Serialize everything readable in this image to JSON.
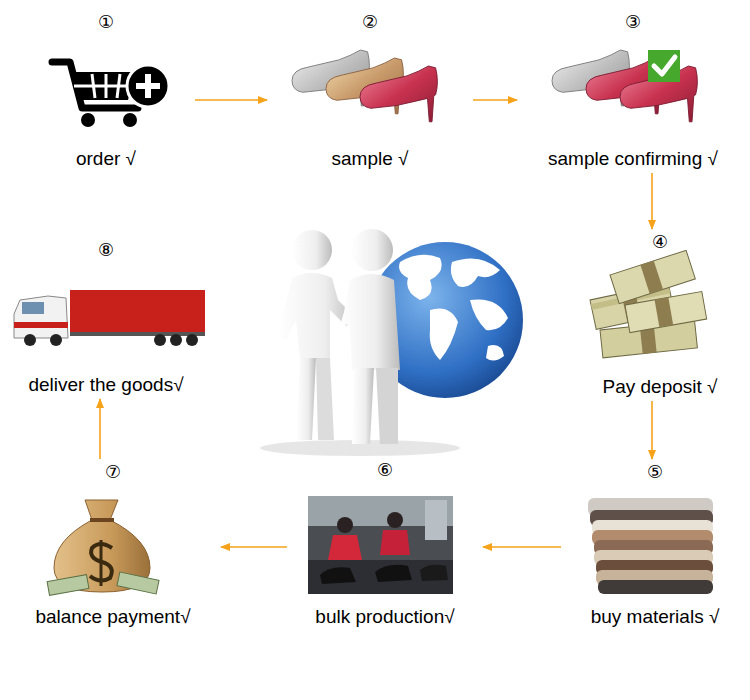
{
  "diagram": {
    "nodes": [
      {
        "text": [
          "①",
          "order √"
        ]
      },
      {
        "text": [
          "②",
          "sample √"
        ]
      },
      {
        "text": [
          "③",
          "sample confirming √"
        ]
      },
      {
        "text": [
          "④",
          "Pay deposit √"
        ]
      },
      {
        "text": [
          "⑤",
          "buy materials √"
        ]
      },
      {
        "text": [
          "⑥",
          "bulk production√"
        ]
      },
      {
        "text": [
          "⑦",
          "balance payment√"
        ]
      },
      {
        "text": [
          "⑧",
          "deliver the goods√"
        ]
      }
    ],
    "edges": [
      {
        "from": 0,
        "to": 1,
        "arrow": "to"
      },
      {
        "from": 1,
        "to": 2,
        "arrow": "to"
      },
      {
        "from": 2,
        "to": 3,
        "arrow": "to"
      },
      {
        "from": 3,
        "to": 4,
        "arrow": "to"
      },
      {
        "from": 4,
        "to": 5,
        "arrow": "to"
      },
      {
        "from": 5,
        "to": 6,
        "arrow": "to"
      },
      {
        "from": 6,
        "to": 7,
        "arrow": "to"
      }
    ]
  }
}
